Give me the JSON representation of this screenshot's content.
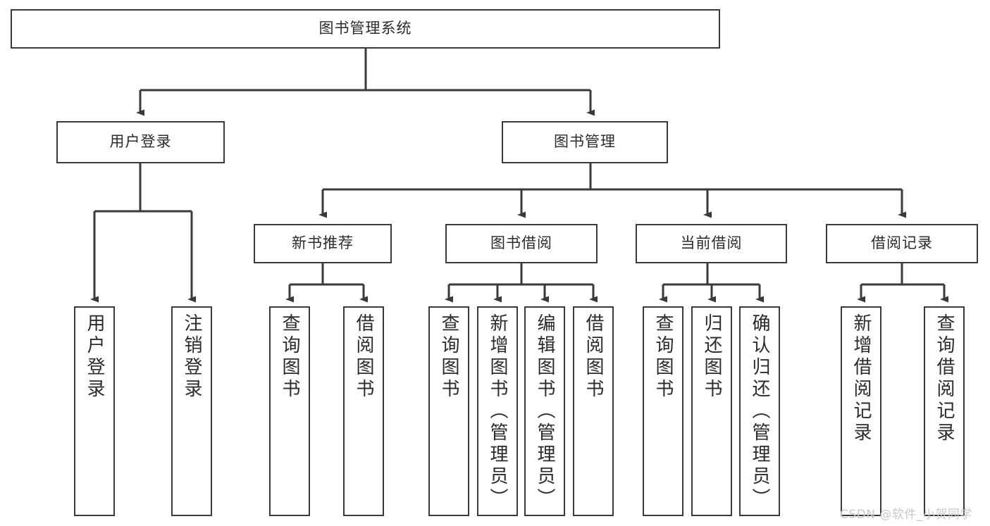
{
  "diagram": {
    "type": "tree-hierarchy-chart",
    "title": "图书管理系统",
    "stroke_color": "#3a3a3a",
    "text_color": "#2b2b2b",
    "background_color": "#ffffff",
    "nodes": {
      "root": {
        "label": "图书管理系统"
      },
      "level1": [
        {
          "key": "user_login",
          "label": "用户登录"
        },
        {
          "key": "book_manage",
          "label": "图书管理"
        }
      ],
      "level2": [
        {
          "key": "new_book_rec",
          "label": "新书推荐"
        },
        {
          "key": "book_borrow",
          "label": "图书借阅"
        },
        {
          "key": "current_borrow",
          "label": "当前借阅"
        },
        {
          "key": "borrow_record",
          "label": "借阅记录"
        }
      ],
      "leaves": {
        "user_login": [
          {
            "label": "用户登录"
          },
          {
            "label": "注销登录"
          }
        ],
        "new_book_rec": [
          {
            "label": "查询图书"
          },
          {
            "label": "借阅图书"
          }
        ],
        "book_borrow": [
          {
            "label": "查询图书"
          },
          {
            "label": "新增图书（管理员）"
          },
          {
            "label": "编辑图书（管理员）"
          },
          {
            "label": "借阅图书"
          }
        ],
        "current_borrow": [
          {
            "label": "查询图书"
          },
          {
            "label": "归还图书"
          },
          {
            "label": "确认归还（管理员）"
          }
        ],
        "borrow_record": [
          {
            "label": "新增借阅记录"
          },
          {
            "label": "查询借阅记录"
          }
        ]
      }
    }
  },
  "watermark": {
    "text": "CSDN @软件_小贺同学"
  }
}
